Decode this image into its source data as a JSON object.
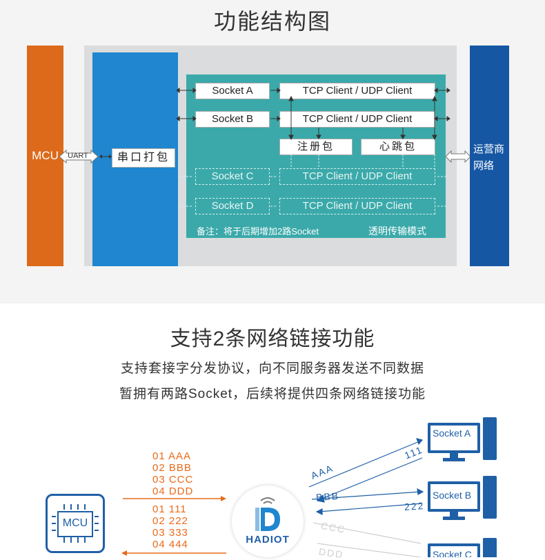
{
  "section1": {
    "title": "功能结构图",
    "mcu": "MCU",
    "uart": "UART",
    "pack": "串口打包",
    "socket_a": "Socket A",
    "socket_b": "Socket B",
    "socket_c": "Socket C",
    "socket_d": "Socket D",
    "tcp_udp": "TCP Client / UDP Client",
    "register": "注册包",
    "heartbeat": "心跳包",
    "note": "备注：将于后期增加2路Socket",
    "mode": "透明传输模式",
    "network": "运营商网络"
  },
  "section2": {
    "title": "支持2条网络链接功能",
    "desc1": "支持套接字分发协议，向不同服务器发送不同数据",
    "desc2": "暂拥有两路Socket，后续将提供四条网络链接功能",
    "send_lines": [
      "01 AAA",
      "02 BBB",
      "03 CCC",
      "04 DDD"
    ],
    "recv_lines": [
      "01 111",
      "02 222",
      "03 333",
      "04 444"
    ],
    "mcu_chip": "MCU",
    "brand": "HADIOT",
    "server_a": "Socket A",
    "server_b": "Socket B",
    "server_c": "Socket C",
    "link_a_out": "AAA",
    "link_a_in": "111",
    "link_b_out": "BBB",
    "link_b_in": "222",
    "link_c_out": "CCC",
    "link_d_out": "DDD",
    "colors": {
      "orange": "#dd6a1b",
      "blue": "#1f86cf",
      "navy": "#1657a4",
      "teal": "#3ba9aa"
    }
  }
}
